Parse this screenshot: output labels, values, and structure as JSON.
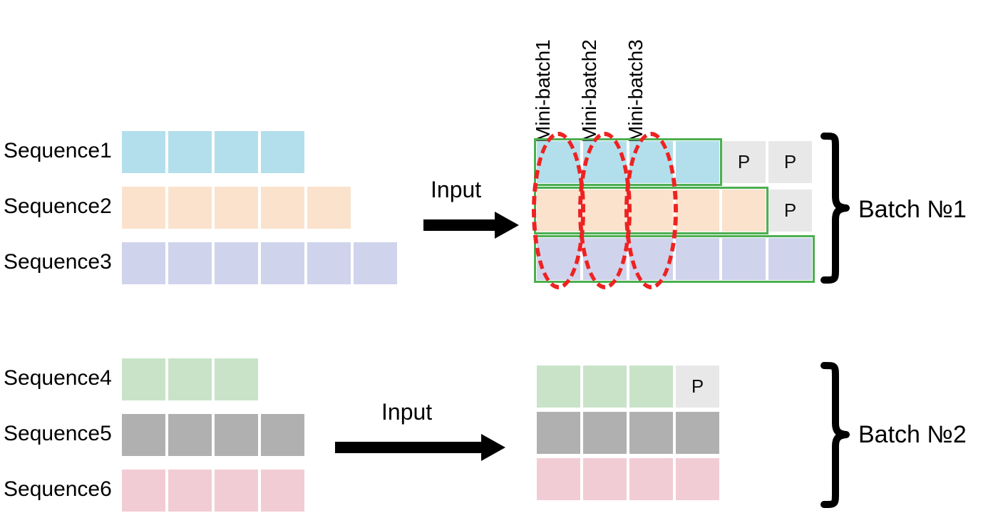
{
  "figure": {
    "title": "Mini-batch padding and batching of variable-length sequences"
  },
  "colors": {
    "blue": "#b3dfec",
    "orange": "#fbe2cc",
    "purple": "#d0d3ec",
    "green": "#c8e3c8",
    "gray": "#b0b0b0",
    "pink": "#f2ccd5",
    "pad": "#e8e8e8",
    "outline_green": "#4caf50",
    "ellipse_red": "#ee2222",
    "text": "#000000"
  },
  "batch1": {
    "sequence_labels": [
      "Sequence1",
      "Sequence2",
      "Sequence3"
    ],
    "arrow_label": "Input",
    "batch_label": "Batch №1",
    "pad_token": "P",
    "minibatch_labels": [
      "Mini-batch1",
      "Mini-batch2",
      "Mini-batch3"
    ],
    "rows": [
      {
        "label": "Sequence1",
        "color_key": "blue",
        "length": 4,
        "padded_length": 6,
        "pads": 2,
        "outlined": true
      },
      {
        "label": "Sequence2",
        "color_key": "orange",
        "length": 5,
        "padded_length": 6,
        "pads": 1,
        "outlined": true
      },
      {
        "label": "Sequence3",
        "color_key": "purple",
        "length": 6,
        "padded_length": 6,
        "pads": 0,
        "outlined": true
      }
    ],
    "minibatch_count": 3
  },
  "batch2": {
    "sequence_labels": [
      "Sequence4",
      "Sequence5",
      "Sequence6"
    ],
    "arrow_label": "Input",
    "batch_label": "Batch №2",
    "pad_token": "P",
    "rows": [
      {
        "label": "Sequence4",
        "color_key": "green",
        "length": 3,
        "padded_length": 4,
        "pads": 1,
        "outlined": false
      },
      {
        "label": "Sequence5",
        "color_key": "gray",
        "length": 4,
        "padded_length": 4,
        "pads": 0,
        "outlined": false
      },
      {
        "label": "Sequence6",
        "color_key": "pink",
        "length": 4,
        "padded_length": 4,
        "pads": 0,
        "outlined": false
      }
    ],
    "minibatch_count": 0
  }
}
